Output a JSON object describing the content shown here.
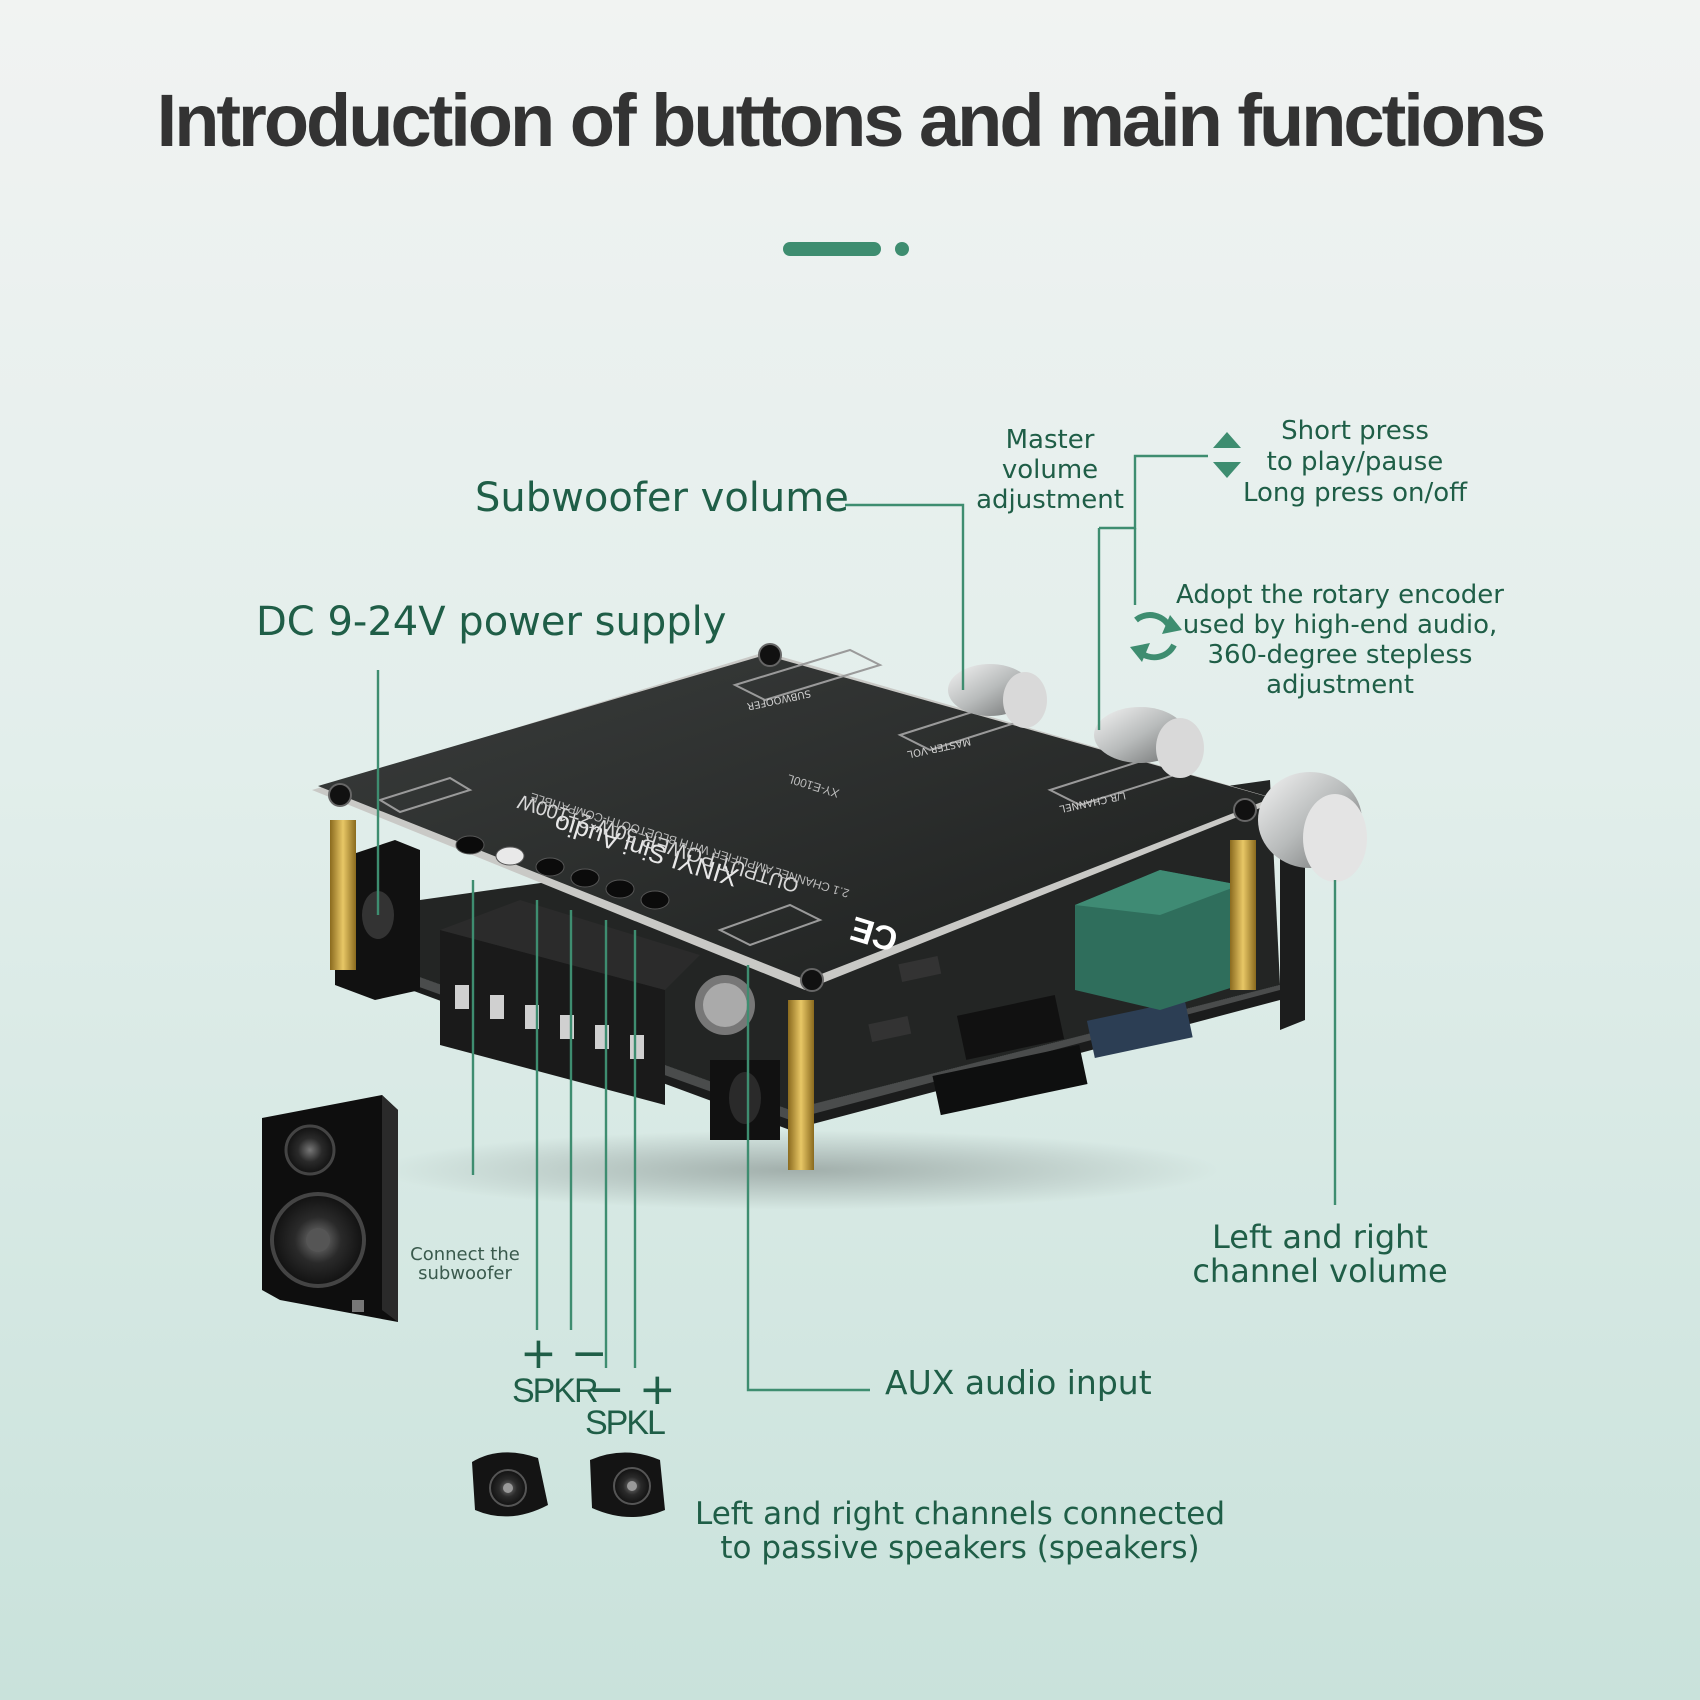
{
  "title": "Introduction of buttons and main functions",
  "colors": {
    "accent": "#3e8d70",
    "label": "#1f5e47",
    "title": "#333333"
  },
  "labels": {
    "subwoofer_volume": "Subwoofer volume",
    "power_supply": "DC 9-24V power supply",
    "master_volume": [
      "Master",
      "volume",
      "adjustment"
    ],
    "short_press": [
      "Short press",
      "to play/pause",
      "Long press on/off"
    ],
    "rotary_encoder": [
      "Adopt the rotary encoder",
      "used by high-end audio,",
      "360-degree stepless",
      "adjustment"
    ],
    "lr_channel_volume": [
      "Left and right",
      "channel volume"
    ],
    "aux_input": "AUX audio input",
    "connect_subwoofer": [
      "Connect the",
      "subwoofer"
    ],
    "passive_speakers": [
      "Left and right channels connected",
      "to passive speakers (speakers)"
    ]
  },
  "terminals": {
    "spkr_signs": "+ −",
    "spkr": "SPKR",
    "spkl_signs": "− +",
    "spkl": "SPKL"
  },
  "board": {
    "brand": "XINYI Sini Audio",
    "model": "XY-E100L",
    "spec_line": "OUTPUT POWER 50W*2+100W",
    "subtitle": "2.1 CHANNEL AMPLIFIER WITH BLUETOOTH-COMPATIBLE",
    "cert": "CE",
    "knob_labels": [
      "SUBWOOFER",
      "MASTER VOL",
      "L/R CHANNEL"
    ]
  },
  "icons": [
    "up-down-arrows-icon",
    "rotate-cycle-icon"
  ]
}
